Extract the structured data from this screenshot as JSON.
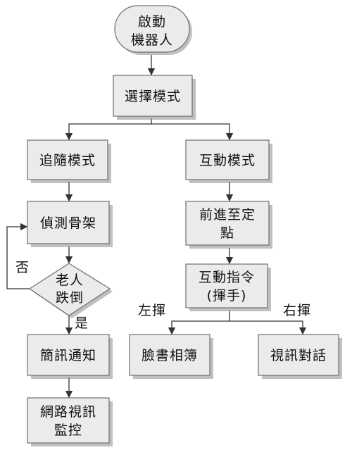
{
  "nodes": {
    "start": [
      "啟動",
      "機器人"
    ],
    "select_mode": [
      "選擇模式"
    ],
    "follow_mode": [
      "追隨模式"
    ],
    "interact_mode": [
      "互動模式"
    ],
    "detect_skeleton": [
      "偵測骨架"
    ],
    "elder_fall": [
      "老人",
      "跌倒"
    ],
    "go_to_point": [
      "前進至定",
      "點"
    ],
    "interact_command": [
      "互動指令",
      "(揮手)"
    ],
    "sms_notify": [
      "簡訊通知"
    ],
    "network_video": [
      "網路視訊",
      "監控"
    ],
    "face_album": [
      "臉書相簿"
    ],
    "video_chat": [
      "視訊對話"
    ]
  },
  "edge_labels": {
    "no": "否",
    "yes": "是",
    "left_wave": "左揮",
    "right_wave": "右揮"
  }
}
